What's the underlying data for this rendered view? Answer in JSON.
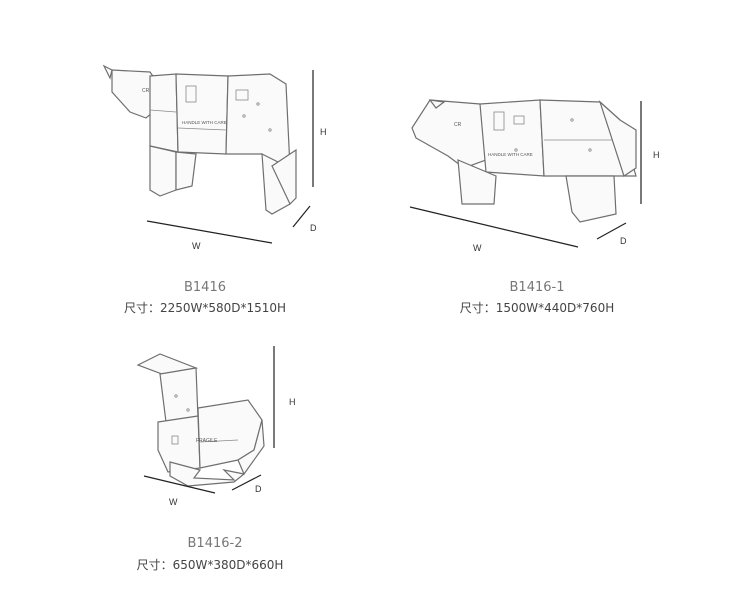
{
  "products": [
    {
      "code": "B1416",
      "size_label": "尺寸：2250W*580D*1510H",
      "dims": {
        "w": "W",
        "d": "D",
        "h": "H"
      },
      "crate_texts": [
        "HANDLE WITH CARE",
        "CR"
      ]
    },
    {
      "code": "B1416-1",
      "size_label": "尺寸：1500W*440D*760H",
      "dims": {
        "w": "W",
        "d": "D",
        "h": "H"
      },
      "crate_texts": [
        "HANDLE WITH CARE",
        "CR"
      ]
    },
    {
      "code": "B1416-2",
      "size_label": "尺寸：650W*380D*660H",
      "dims": {
        "w": "W",
        "d": "D",
        "h": "H"
      },
      "crate_texts": [
        "FRAGILE"
      ]
    }
  ],
  "colors": {
    "sketch": "#6f6f6f",
    "line": "#222222",
    "text": "#555555"
  }
}
